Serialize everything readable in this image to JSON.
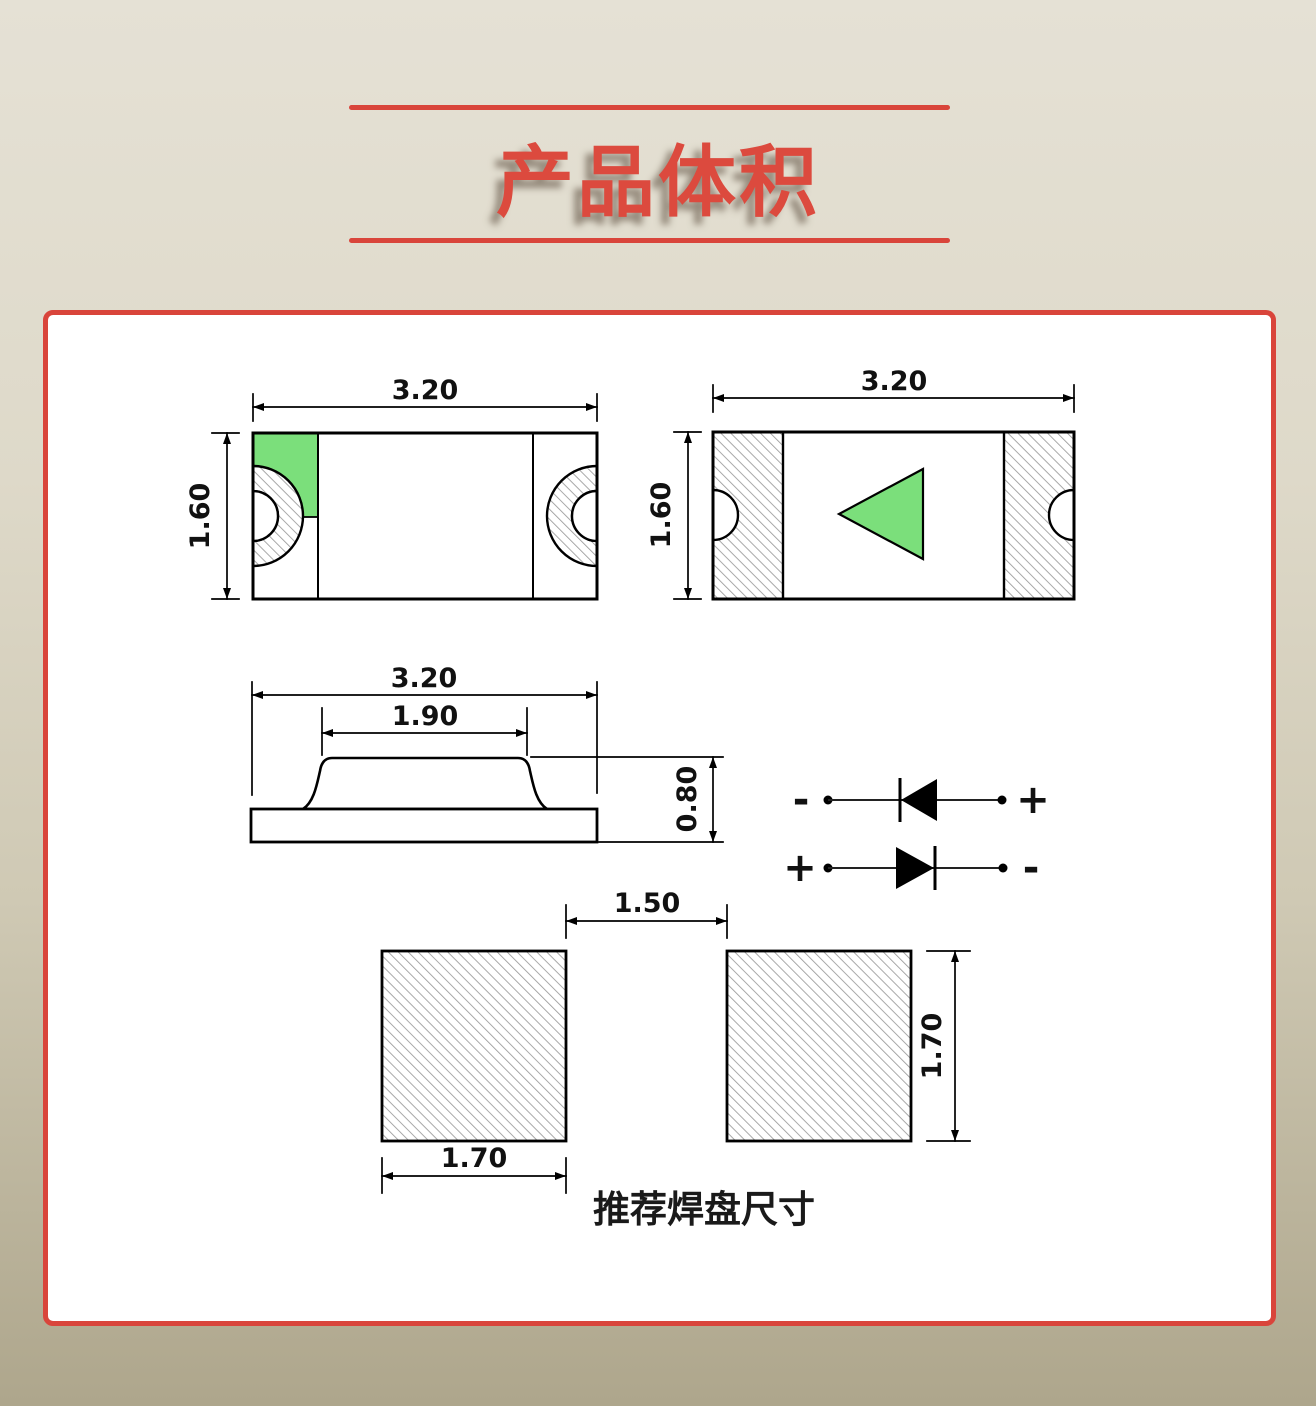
{
  "header": {
    "title": "产品体积"
  },
  "drawings": {
    "top_view": {
      "dim_width": "3.20",
      "dim_height": "1.60"
    },
    "bottom_view": {
      "dim_width": "3.20",
      "dim_height": "1.60"
    },
    "side_view": {
      "dim_width": "3.20",
      "dim_top_width": "1.90",
      "dim_height": "0.80"
    },
    "polarity": {
      "row1_left": "-",
      "row1_right": "+",
      "row2_left": "+",
      "row2_right": "-"
    },
    "pad_layout": {
      "dim_gap": "1.50",
      "dim_width": "1.70",
      "dim_height": "1.70",
      "caption": "推荐焊盘尺寸"
    }
  },
  "colors": {
    "accent_red": "#d9453b",
    "chip_green": "#7bdf7b",
    "hatch_gray": "#9a9a9a"
  }
}
